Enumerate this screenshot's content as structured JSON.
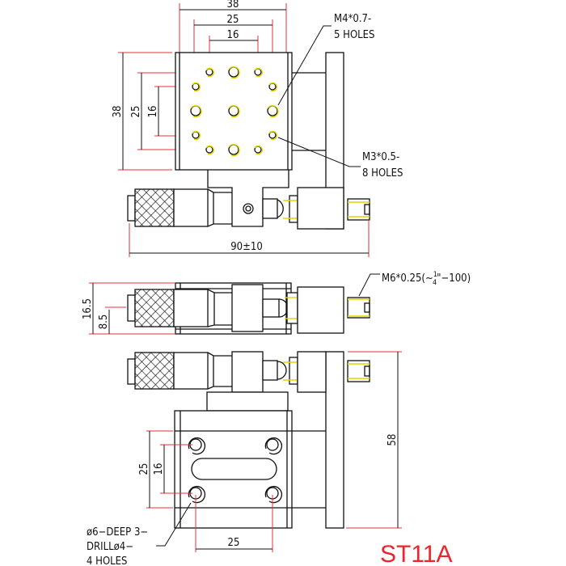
{
  "title": "ST11A",
  "colors": {
    "dimension": "#e8323c",
    "thread": "#e6d400",
    "title": "#e8262e"
  },
  "top_view": {
    "dim_width_38": "38",
    "dim_width_25": "25",
    "dim_width_16": "16",
    "dim_height_38": "38",
    "dim_height_25": "25",
    "dim_height_16": "16",
    "travel": "90±10",
    "m4_label_1": "M4*0.7-",
    "m4_label_2": "5 HOLES",
    "m3_label_1": "M3*0.5-",
    "m3_label_2": "8 HOLES"
  },
  "side_view": {
    "dim_16_5": "16.5",
    "dim_8_5": "8.5",
    "micrometer_label": "M6*0.25(~",
    "frac_num": "1",
    "frac_den": "4",
    "micrometer_label_end": "\"−100)"
  },
  "front_view": {
    "dim_25_v": "25",
    "dim_16_v": "16",
    "dim_58": "58",
    "dim_25_h": "25",
    "hole_note_1": "ø6−DEEP 3−",
    "hole_note_2": "DRILLø4−",
    "hole_note_3": "4 HOLES"
  }
}
